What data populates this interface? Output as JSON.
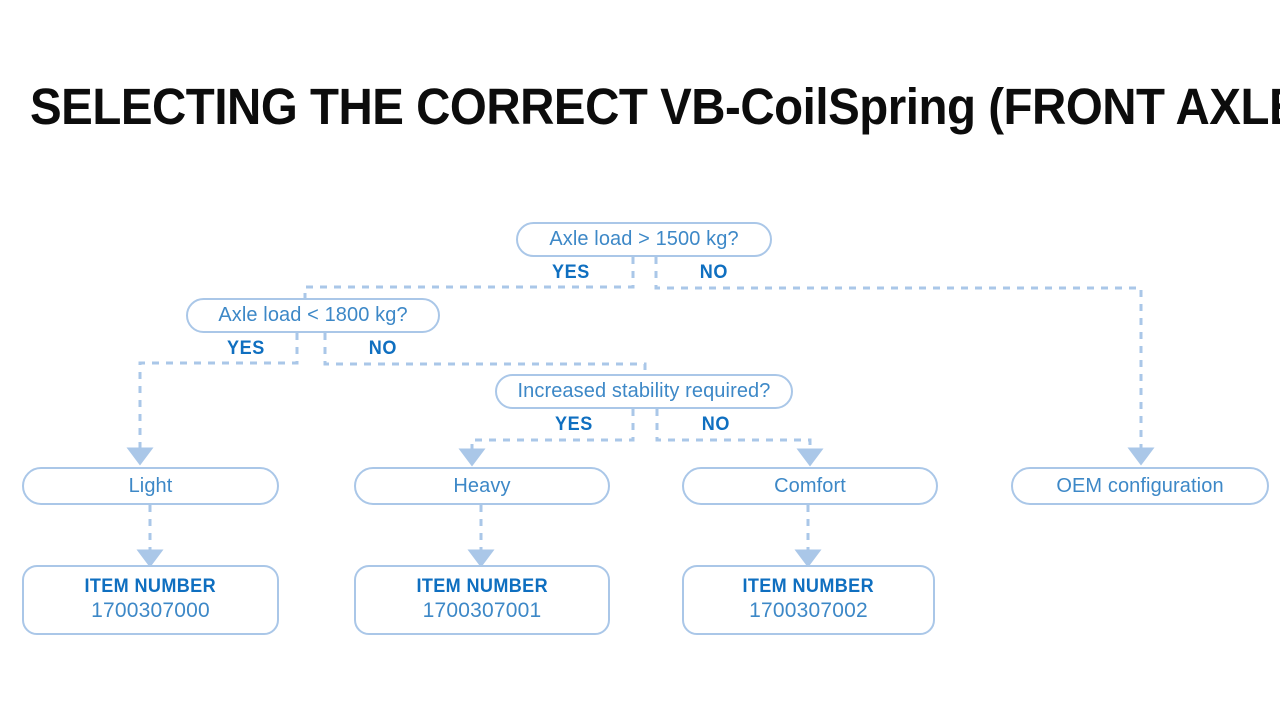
{
  "page": {
    "title": "SELECTING THE CORRECT VB-CoilSpring (FRONT AXLE)",
    "background_color": "#ffffff"
  },
  "colors": {
    "title_text": "#0c0c0c",
    "node_border": "#aac7e8",
    "node_text": "#3d88c7",
    "branch_label": "#0f6fc0",
    "item_heading": "#0f6fc0",
    "item_value": "#3d88c7",
    "connector": "#aac7e8"
  },
  "flowchart": {
    "type": "decision-tree",
    "decisions": [
      {
        "id": "axle-load-gt-1500",
        "label": "Axle load > 1500 kg?",
        "yes_label": "YES",
        "no_label": "NO",
        "yes_target": "axle-load-lt-1800",
        "no_target": "oem-configuration"
      },
      {
        "id": "axle-load-lt-1800",
        "label": "Axle load < 1800 kg?",
        "yes_label": "YES",
        "no_label": "NO",
        "yes_target": "light",
        "no_target": "increased-stability"
      },
      {
        "id": "increased-stability",
        "label": "Increased stability required?",
        "yes_label": "YES",
        "no_label": "NO",
        "yes_target": "heavy",
        "no_target": "comfort"
      }
    ],
    "results": [
      {
        "id": "light",
        "label": "Light",
        "item_target": "item-1700307000"
      },
      {
        "id": "heavy",
        "label": "Heavy",
        "item_target": "item-1700307001"
      },
      {
        "id": "comfort",
        "label": "Comfort",
        "item_target": "item-1700307002"
      },
      {
        "id": "oem-configuration",
        "label": "OEM configuration",
        "item_target": null
      }
    ],
    "item_numbers": [
      {
        "id": "item-1700307000",
        "heading": "ITEM NUMBER",
        "value": "1700307000"
      },
      {
        "id": "item-1700307001",
        "heading": "ITEM NUMBER",
        "value": "1700307001"
      },
      {
        "id": "item-1700307002",
        "heading": "ITEM NUMBER",
        "value": "1700307002"
      }
    ]
  }
}
